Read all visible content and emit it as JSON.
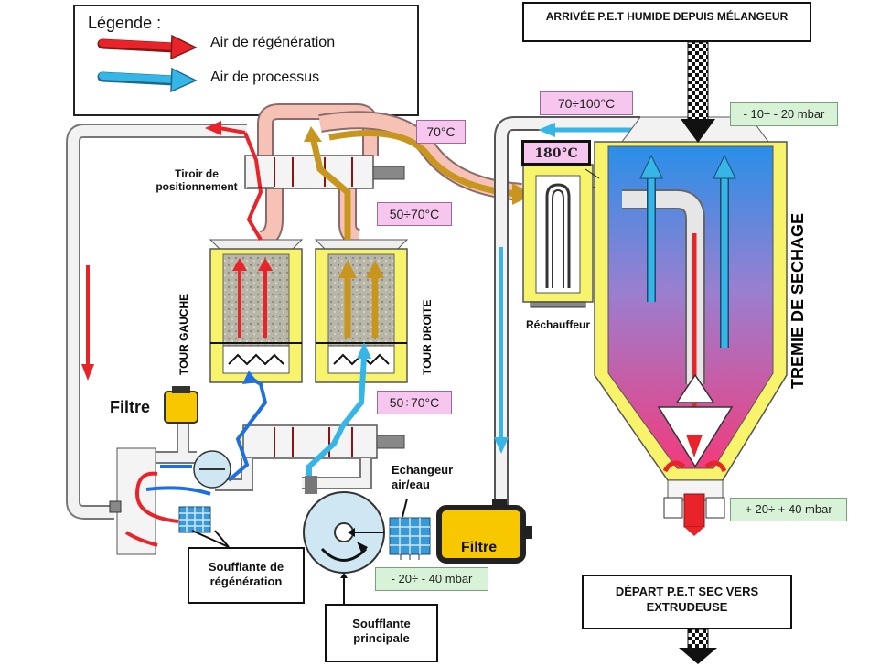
{
  "legend": {
    "title": "Légende :",
    "regeneration_label": "Air de régénération",
    "process_label": "Air de processus"
  },
  "colors": {
    "regeneration_air": "#e8232a",
    "process_air": "#36b6e6",
    "hot_air": "#c8961e",
    "pipe_fill": "#f2f2f2",
    "pipe_pink": "#f6c2b6",
    "hopper_yellow": "#f7f36a"
  },
  "header_box": "ARRIVÉE  P.E.T HUMIDE DEPUIS MÉLANGEUR",
  "footer_box": "DÉPART  P.E.T SEC VERS EXTRUDEUSE",
  "temperatures": {
    "t_70_100": "70÷100°C",
    "t_70": "70°C",
    "t_180": "180°C",
    "t_50_70_top": "50÷70°C",
    "t_50_70_bottom": "50÷70°C"
  },
  "pressures": {
    "hopper_top": "- 10÷ - 20 mbar",
    "hopper_bottom": "+ 20÷ + 40 mbar",
    "main_blower": "- 20÷ - 40 mbar"
  },
  "labels": {
    "tiroir": "Tiroir de positionnement",
    "rechauffeur": "Réchauffeur",
    "tour_gauche": "TOUR  GAUCHE",
    "tour_droite": "TOUR  DROITE",
    "tremie": "TREMIE DE SECHAGE",
    "filtre_left": "Filtre",
    "filtre_right": "Filtre",
    "echangeur": "Echangeur air/eau",
    "soufflante_regen": "Soufflante de régénération",
    "soufflante_principale": "Soufflante principale"
  }
}
